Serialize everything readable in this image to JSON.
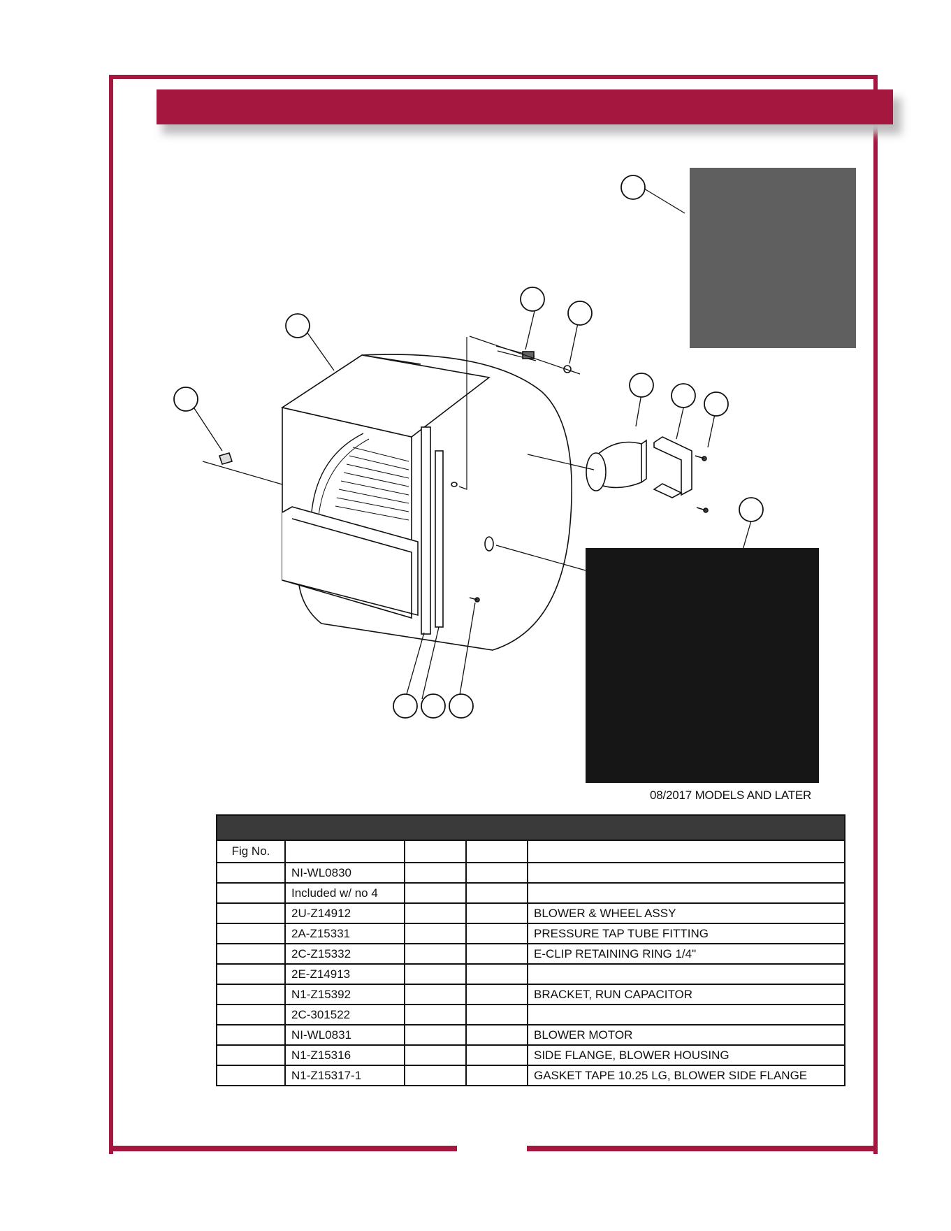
{
  "page": {
    "accent_color": "#a5173f",
    "title": ""
  },
  "diagram": {
    "callout_labels": []
  },
  "inset_note": "08/2017 MODELS AND LATER",
  "parts_table": {
    "header_title": "",
    "columns": [
      "Fig No.",
      "",
      "",
      "",
      ""
    ],
    "rows": [
      {
        "fig": "",
        "part": "NI-WL0830",
        "col_a": "",
        "col_b": "",
        "description": ""
      },
      {
        "fig": "",
        "part": "Included w/ no 4",
        "col_a": "",
        "col_b": "",
        "description": ""
      },
      {
        "fig": "",
        "part": "2U-Z14912",
        "col_a": "",
        "col_b": "",
        "description": "BLOWER & WHEEL ASSY"
      },
      {
        "fig": "",
        "part": "2A-Z15331",
        "col_a": "",
        "col_b": "",
        "description": "PRESSURE TAP TUBE FITTING"
      },
      {
        "fig": "",
        "part": "2C-Z15332",
        "col_a": "",
        "col_b": "",
        "description": "E-CLIP RETAINING RING 1/4\""
      },
      {
        "fig": "",
        "part": "2E-Z14913",
        "col_a": "",
        "col_b": "",
        "description": ""
      },
      {
        "fig": "",
        "part": "N1-Z15392",
        "col_a": "",
        "col_b": "",
        "description": "BRACKET, RUN CAPACITOR"
      },
      {
        "fig": "",
        "part": "2C-301522",
        "col_a": "",
        "col_b": "",
        "description": ""
      },
      {
        "fig": "",
        "part": "NI-WL0831",
        "col_a": "",
        "col_b": "",
        "description": "BLOWER MOTOR"
      },
      {
        "fig": "",
        "part": "N1-Z15316",
        "col_a": "",
        "col_b": "",
        "description": "SIDE FLANGE, BLOWER HOUSING"
      },
      {
        "fig": "",
        "part": "N1-Z15317-1",
        "col_a": "",
        "col_b": "",
        "description": "GASKET TAPE 10.25 LG, BLOWER SIDE FLANGE"
      }
    ]
  }
}
